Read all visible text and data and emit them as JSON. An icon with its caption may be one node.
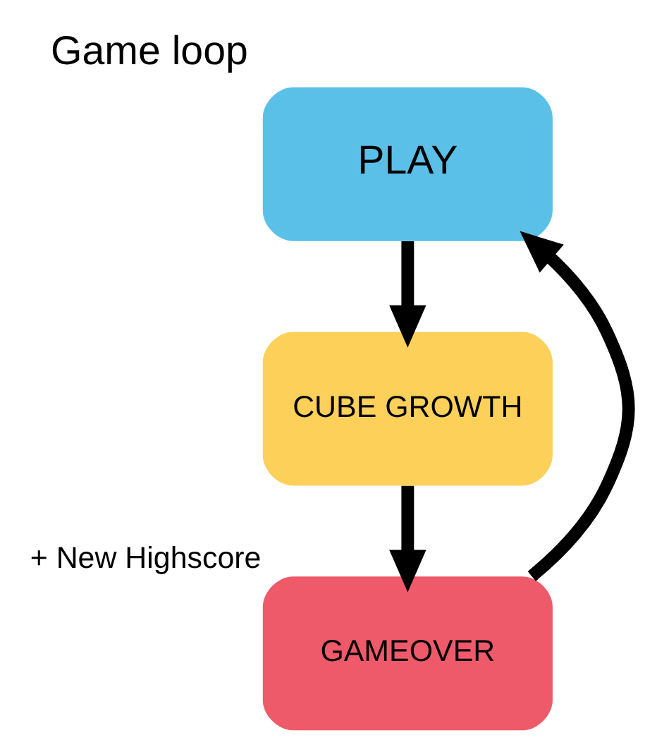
{
  "diagram": {
    "title": "Game loop",
    "nodes": [
      {
        "text": [
          "PLAY"
        ]
      },
      {
        "text": [
          "CUBE GROWTH"
        ]
      },
      {
        "text": [
          "GAMEOVER"
        ],
        "beside": [
          "+ New Highscore"
        ]
      }
    ],
    "edges": [
      {
        "from": 0,
        "to": 1,
        "arrow": "to"
      },
      {
        "from": 1,
        "to": 2,
        "arrow": "to"
      },
      {
        "from": 2,
        "to": 0,
        "arrow": "to"
      }
    ]
  }
}
